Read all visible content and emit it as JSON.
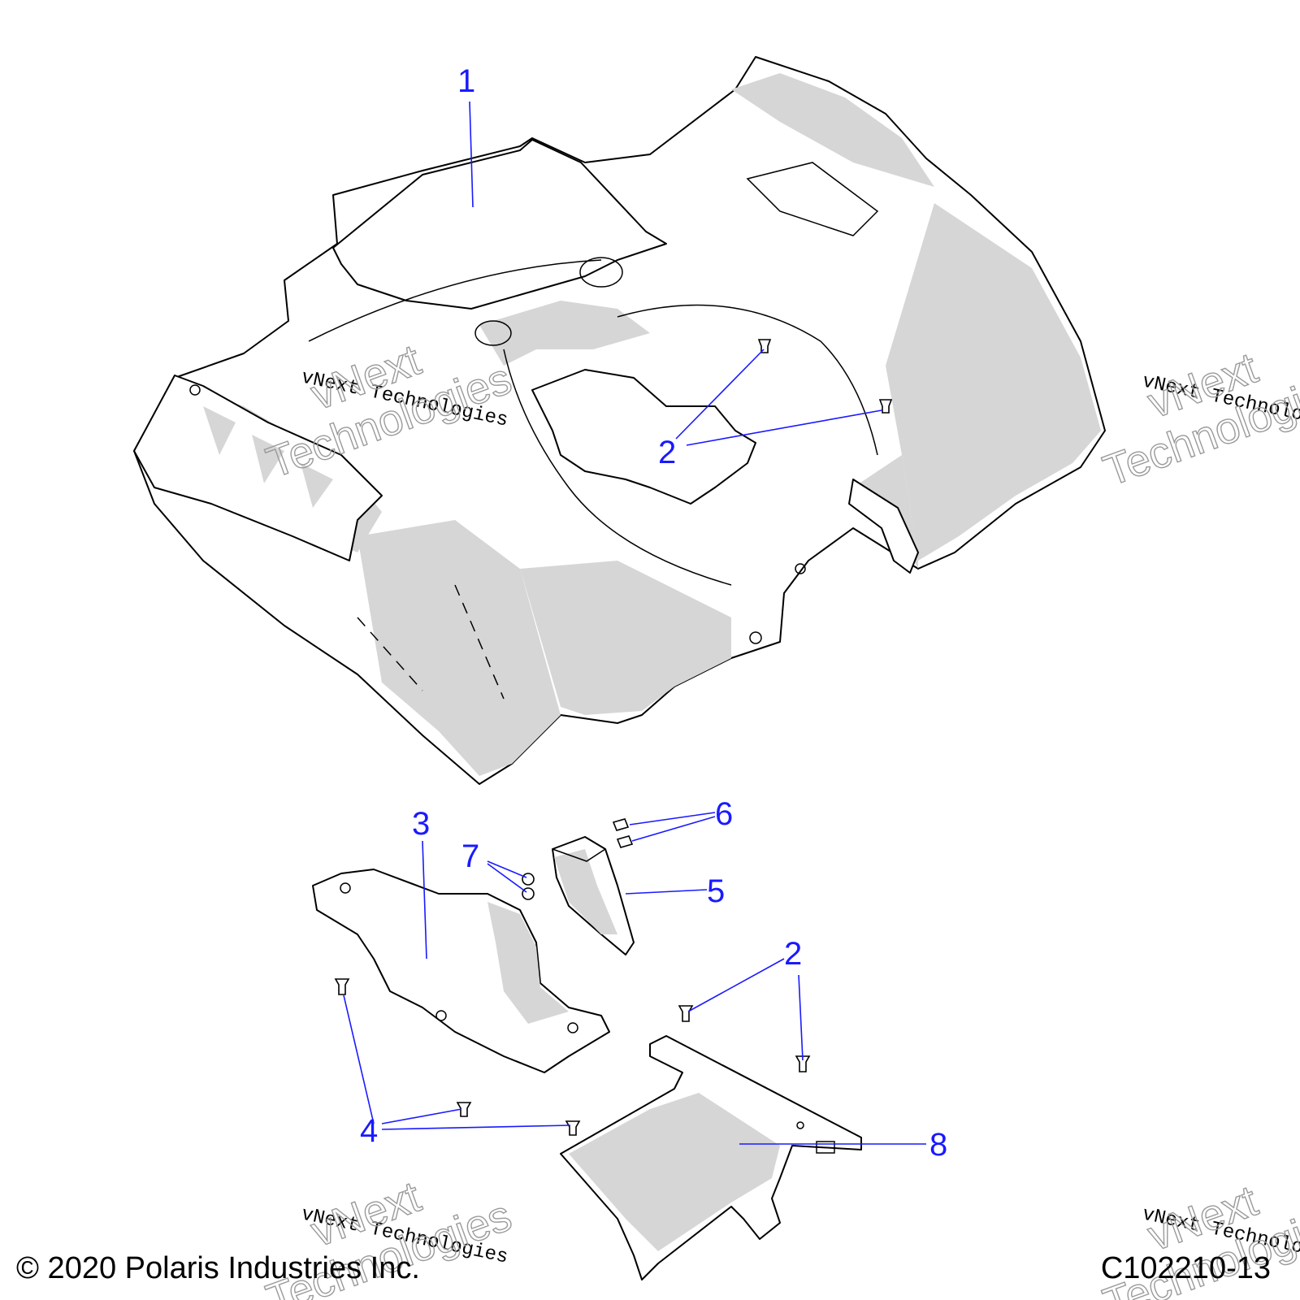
{
  "callouts": {
    "c1": "1",
    "c2a": "2",
    "c2b": "2",
    "c3": "3",
    "c4": "4",
    "c5": "5",
    "c6": "6",
    "c7": "7",
    "c8": "8"
  },
  "watermarks": {
    "small_text": "vNext Technologies",
    "big_line1": "vNext",
    "big_line2": "Technologies"
  },
  "footer": {
    "copyright": "© 2020 Polaris Industries Inc.",
    "drawing_number": "C102210-13"
  },
  "colors": {
    "callout": "#1a1aff",
    "line": "#000000",
    "shade": "#d6d6d6"
  }
}
